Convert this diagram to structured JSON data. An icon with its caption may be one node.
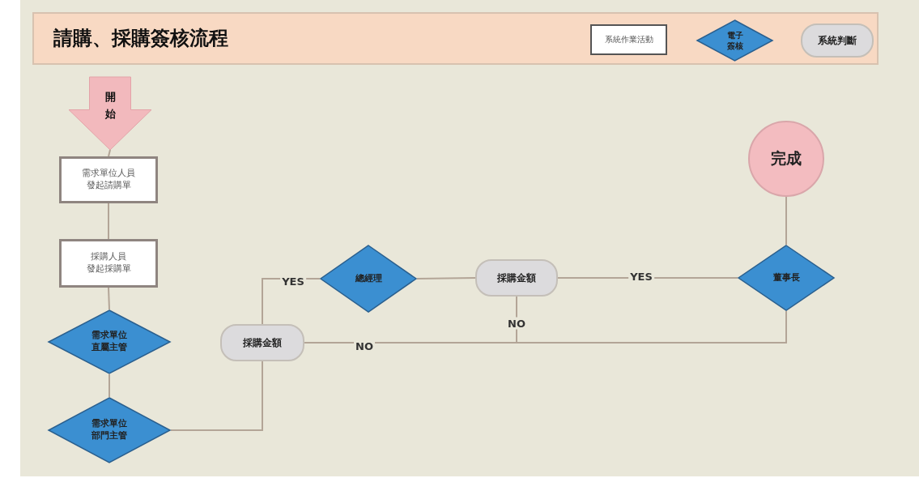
{
  "diagram": {
    "nodes": [
      {
        "text": [
          "請購、採購簽核流程"
        ]
      },
      {
        "text": [
          "系統作業活動"
        ],
        "in": 0
      },
      {
        "text": [
          "電子簽核"
        ],
        "in": 0
      },
      {
        "text": [
          "系統判斷"
        ],
        "in": 0
      },
      {
        "text": [
          "開始"
        ]
      },
      {
        "text": [
          "需求單位人員發起請購單"
        ]
      },
      {
        "text": [
          "採購人員發起採購單"
        ]
      },
      {
        "text": [
          "需求單位直屬主管"
        ]
      },
      {
        "text": [
          "需求單位部門主管"
        ]
      },
      {
        "text": [
          "採購金額"
        ]
      },
      {
        "text": [
          "總經理"
        ]
      },
      {
        "text": [
          "採購金額"
        ]
      },
      {
        "text": [
          "董事長"
        ]
      },
      {
        "text": [
          "完成"
        ]
      }
    ],
    "edges": [
      {
        "from": 4,
        "to": 5,
        "arrow": "none"
      },
      {
        "from": 5,
        "to": 6,
        "arrow": "none"
      },
      {
        "from": 6,
        "to": 7,
        "arrow": "none"
      },
      {
        "from": 7,
        "to": 8,
        "arrow": "none"
      },
      {
        "from": 8,
        "to": 9,
        "arrow": "none"
      },
      {
        "from": 9,
        "to": 10,
        "arrow": "none",
        "label": "YES"
      },
      {
        "from": 9,
        "to": 12,
        "arrow": "none",
        "label": "NO"
      },
      {
        "from": 10,
        "to": 11,
        "arrow": "none"
      },
      {
        "from": 11,
        "to": 12,
        "arrow": "none",
        "label": "YES"
      },
      {
        "from": 11,
        "to": 12,
        "arrow": "none",
        "label": "NO"
      },
      {
        "from": 12,
        "to": 13,
        "arrow": "none"
      }
    ]
  }
}
